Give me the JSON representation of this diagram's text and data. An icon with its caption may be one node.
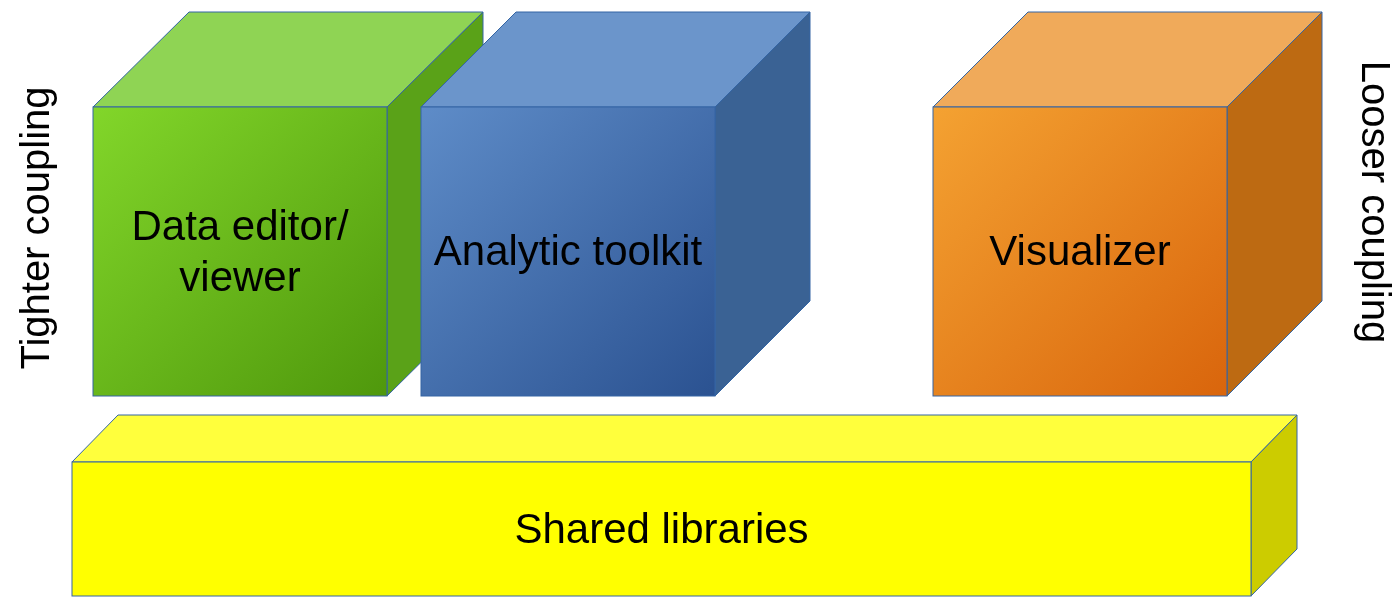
{
  "diagram": {
    "nodes": [
      {
        "text": [
          "Data editor/ viewer"
        ]
      },
      {
        "text": [
          "Analytic toolkit"
        ]
      },
      {
        "text": [
          "Visualizer"
        ]
      },
      {
        "text": [
          "Shared libraries"
        ]
      }
    ],
    "labels": [
      "Tighter coupling",
      "Looser coupling"
    ]
  }
}
